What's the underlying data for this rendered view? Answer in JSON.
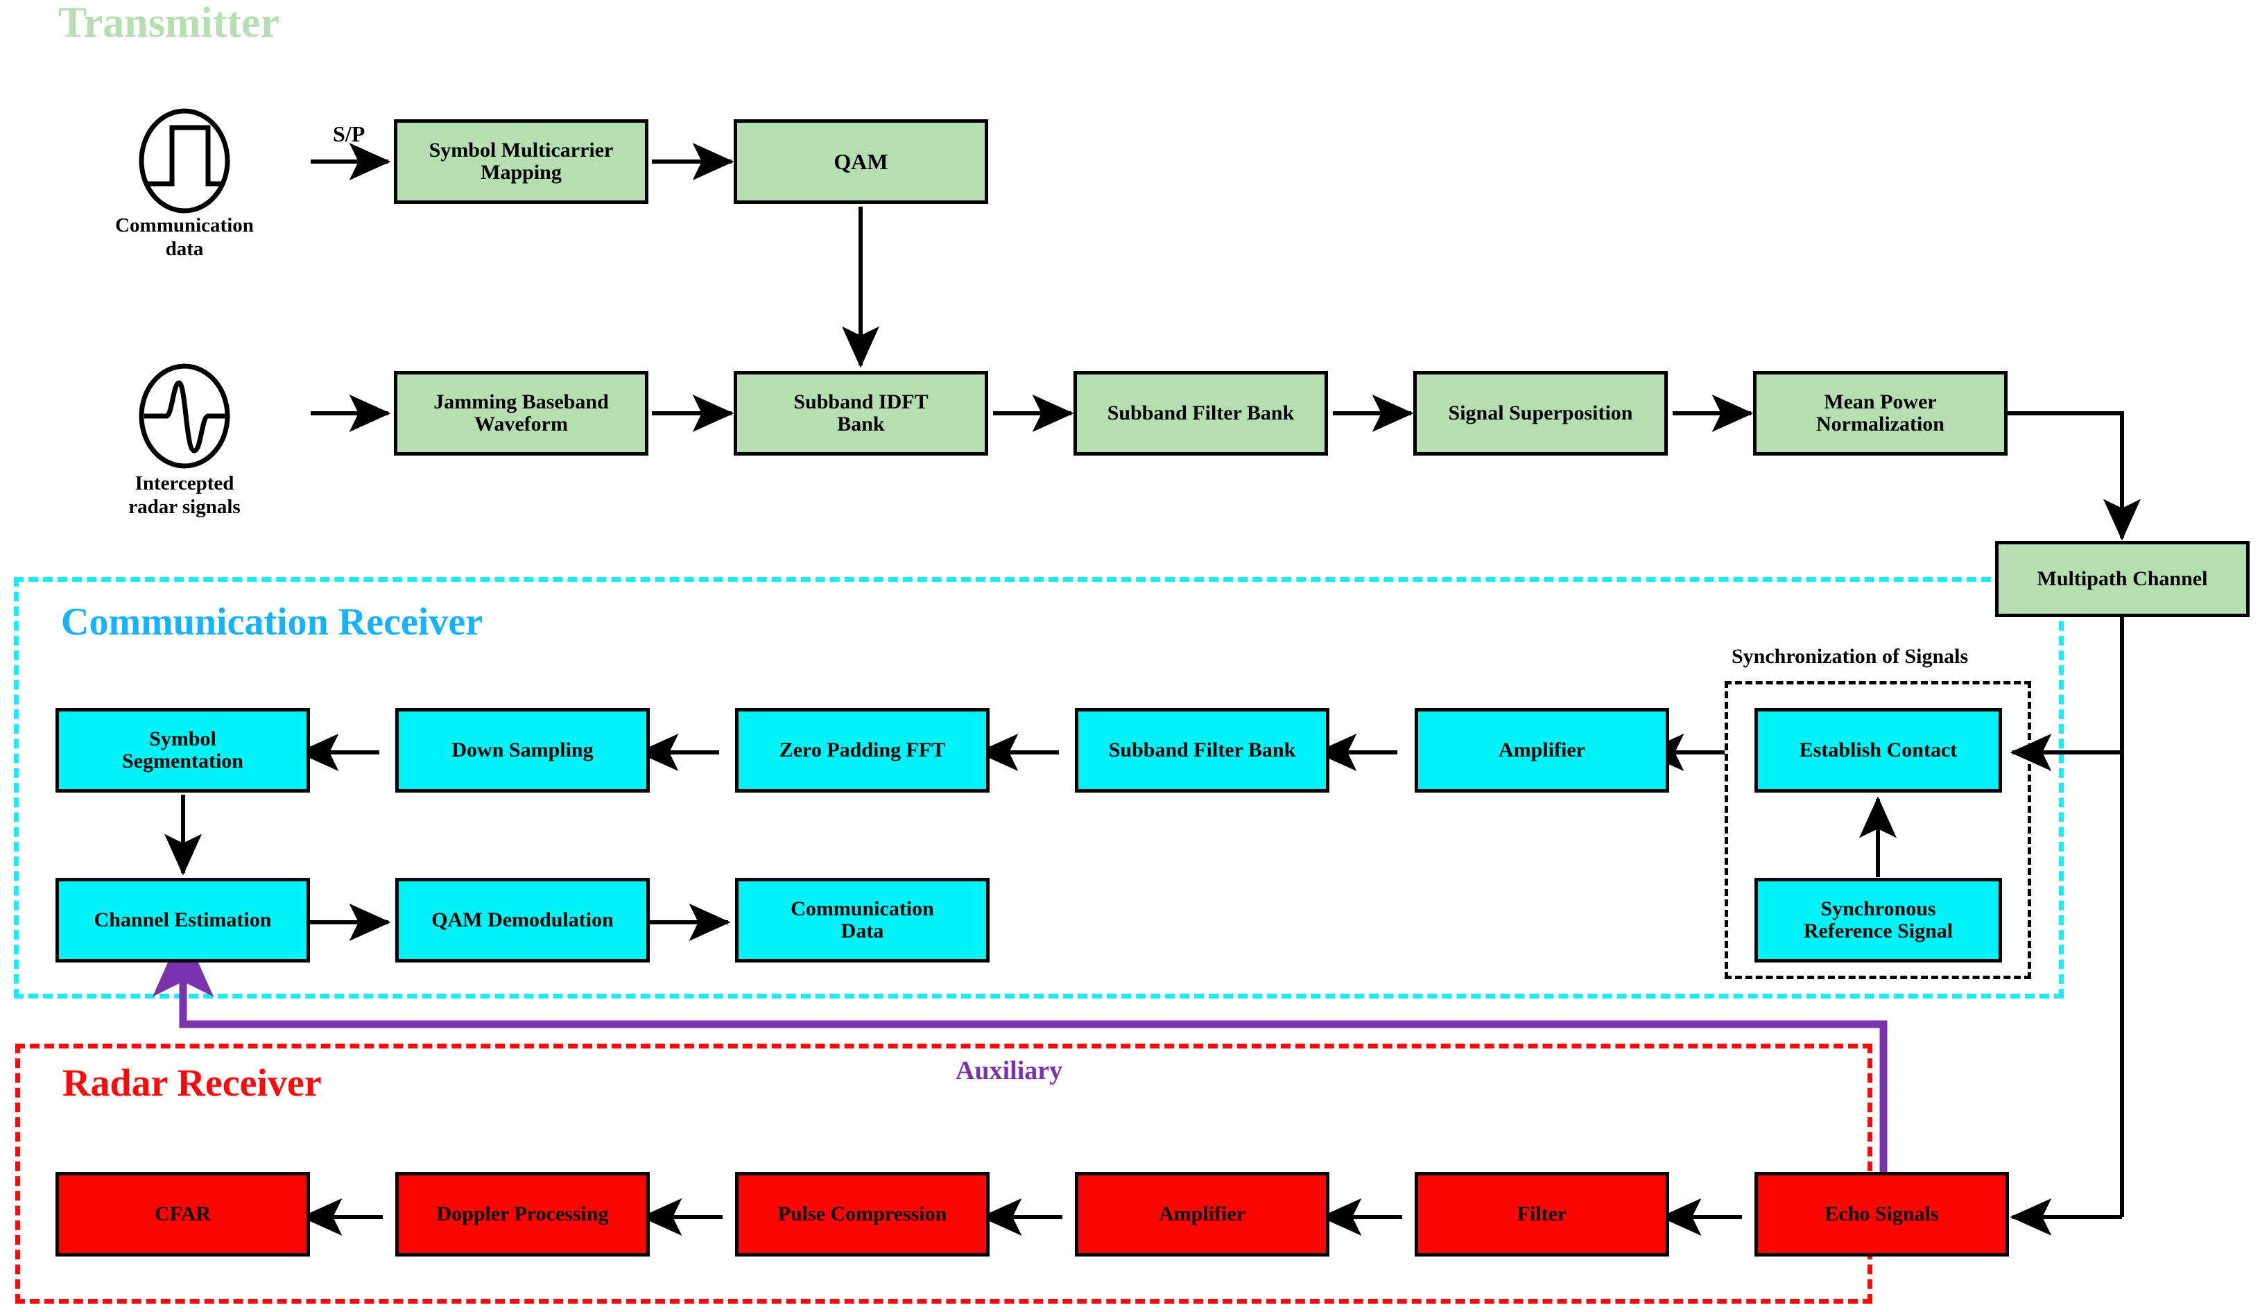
{
  "sections": {
    "transmitter": {
      "title": "Transmitter",
      "color": "#b5dfb0"
    },
    "communication_receiver": {
      "title": "Communication Receiver",
      "color": "#16b2fb"
    },
    "radar_receiver": {
      "title": "Radar Receiver",
      "color": "#fa0b0b"
    },
    "synchronization": {
      "title": "Synchronization of Signals",
      "color": "#000000"
    }
  },
  "sources": {
    "comm_data": {
      "label": "Communication\ndata",
      "icon": "square-wave-icon"
    },
    "radar_signals": {
      "label": "Intercepted\nradar signals",
      "icon": "sine-wave-icon"
    }
  },
  "labels": {
    "sp": "S/P",
    "auxiliary": "Auxiliary",
    "auxiliary_color": "#7b32ad"
  },
  "transmitter_row1": [
    {
      "id": "symbol-multicarrier-mapping",
      "label": "Symbol Multicarrier\nMapping"
    },
    {
      "id": "qam",
      "label": "QAM"
    }
  ],
  "transmitter_row2": [
    {
      "id": "jamming-baseband-waveform",
      "label": "Jamming Baseband\nWaveform"
    },
    {
      "id": "subband-idft-bank",
      "label": "Subband IDFT\nBank"
    },
    {
      "id": "subband-filter-bank-tx",
      "label": "Subband Filter Bank"
    },
    {
      "id": "signal-superposition",
      "label": "Signal Superposition"
    },
    {
      "id": "mean-power-normalization",
      "label": "Mean Power\nNormalization"
    }
  ],
  "channel": {
    "id": "multipath-channel",
    "label": "Multipath Channel"
  },
  "comm_receiver_row1": [
    {
      "id": "symbol-segmentation",
      "label": "Symbol\nSegmentation"
    },
    {
      "id": "down-sampling",
      "label": "Down Sampling"
    },
    {
      "id": "zero-padding-fft",
      "label": "Zero Padding FFT"
    },
    {
      "id": "subband-filter-bank-rx",
      "label": "Subband Filter Bank"
    },
    {
      "id": "amplifier-comm",
      "label": "Amplifier"
    },
    {
      "id": "establish-contact",
      "label": "Establish Contact"
    }
  ],
  "comm_receiver_row2": [
    {
      "id": "channel-estimation",
      "label": "Channel Estimation"
    },
    {
      "id": "qam-demodulation",
      "label": "QAM Demodulation"
    },
    {
      "id": "communication-data-out",
      "label": "Communication\nData"
    },
    {
      "id": "synchronous-reference-signal",
      "label": "Synchronous\nReference Signal"
    }
  ],
  "radar_receiver_row": [
    {
      "id": "cfar",
      "label": "CFAR"
    },
    {
      "id": "doppler-processing",
      "label": "Doppler Processing"
    },
    {
      "id": "pulse-compression",
      "label": "Pulse Compression"
    },
    {
      "id": "amplifier-radar",
      "label": "Amplifier"
    },
    {
      "id": "filter",
      "label": "Filter"
    },
    {
      "id": "echo-signals",
      "label": "Echo Signals"
    }
  ]
}
